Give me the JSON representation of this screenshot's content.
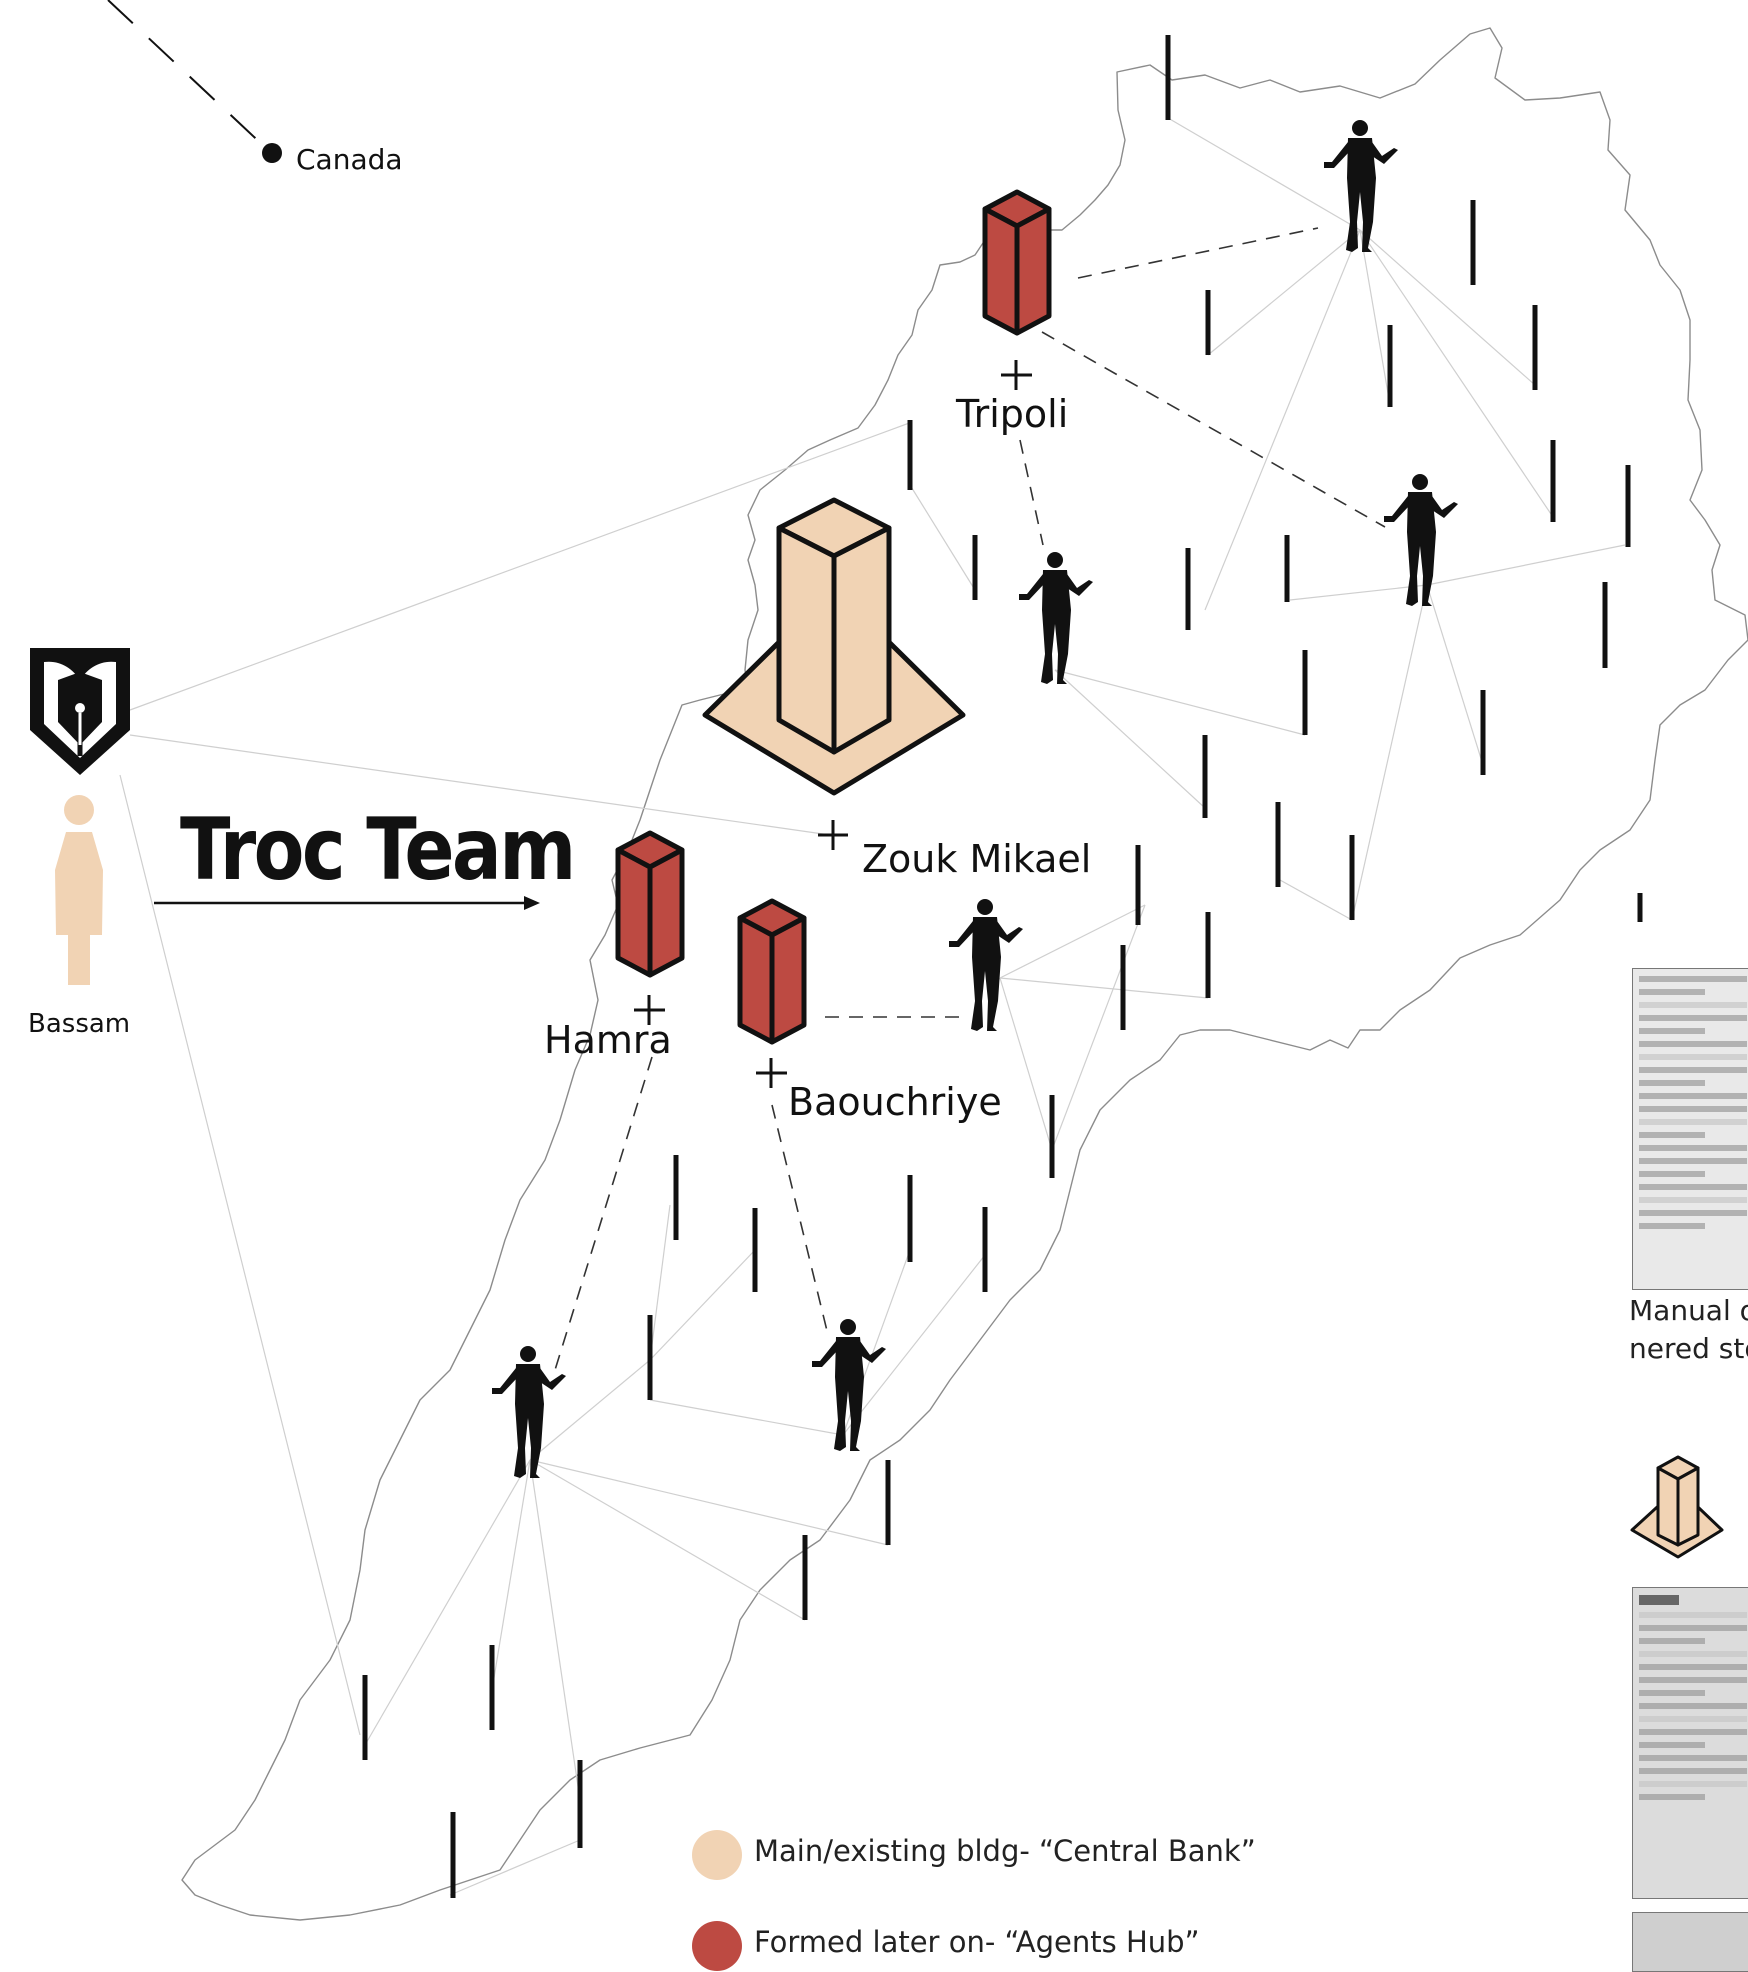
{
  "places": {
    "canada": "Canada",
    "tripoli": "Tripoli",
    "zouk_mikael": "Zouk Mikael",
    "hamra": "Hamra",
    "baouchriye": "Baouchriye"
  },
  "person_label": "Bassam",
  "brand_title": "Troc Team",
  "legend": [
    {
      "color": "#f1d3b4",
      "label": "Main/existing bldg- “Central Bank”"
    },
    {
      "color": "#bd4a42",
      "label": "Formed later on- “Agents Hub”"
    }
  ],
  "side_caption": {
    "line1": "Manual o",
    "line2": "nered sto"
  },
  "colors": {
    "central_bank": "#f1d3b4",
    "agents_hub": "#bd4a42",
    "outline": "#111111"
  },
  "icons": [
    "pen-book-icon",
    "person-icon",
    "agent-silhouette-icon",
    "tower-icon",
    "arrow-icon"
  ]
}
